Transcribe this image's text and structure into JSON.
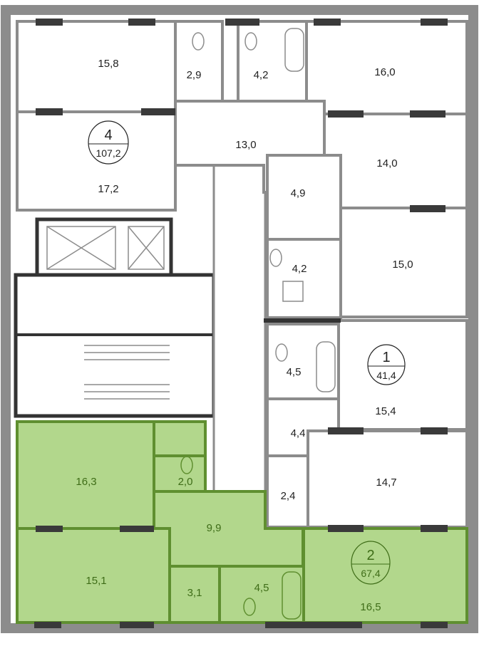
{
  "apartments": [
    {
      "number": "4",
      "area": "107,2",
      "highlighted": false,
      "rooms": [
        "15,8",
        "17,2",
        "2,9",
        "4,2",
        "13,0",
        "16,0",
        "14,0"
      ]
    },
    {
      "number": "1",
      "area": "41,4",
      "highlighted": false,
      "rooms": [
        "4,9",
        "15,0",
        "4,2",
        "4,5",
        "15,4",
        "4,4",
        "2,4",
        "14,7"
      ]
    },
    {
      "number": "2",
      "area": "67,4",
      "highlighted": true,
      "rooms": [
        "16,3",
        "2,0",
        "9,9",
        "15,1",
        "3,1",
        "4,5",
        "16,5"
      ]
    }
  ],
  "colors": {
    "highlight_fill": "#b2d78c",
    "highlight_stroke": "#5f8f30",
    "wall": "#8c8c8c",
    "window": "#3a3a3a"
  }
}
